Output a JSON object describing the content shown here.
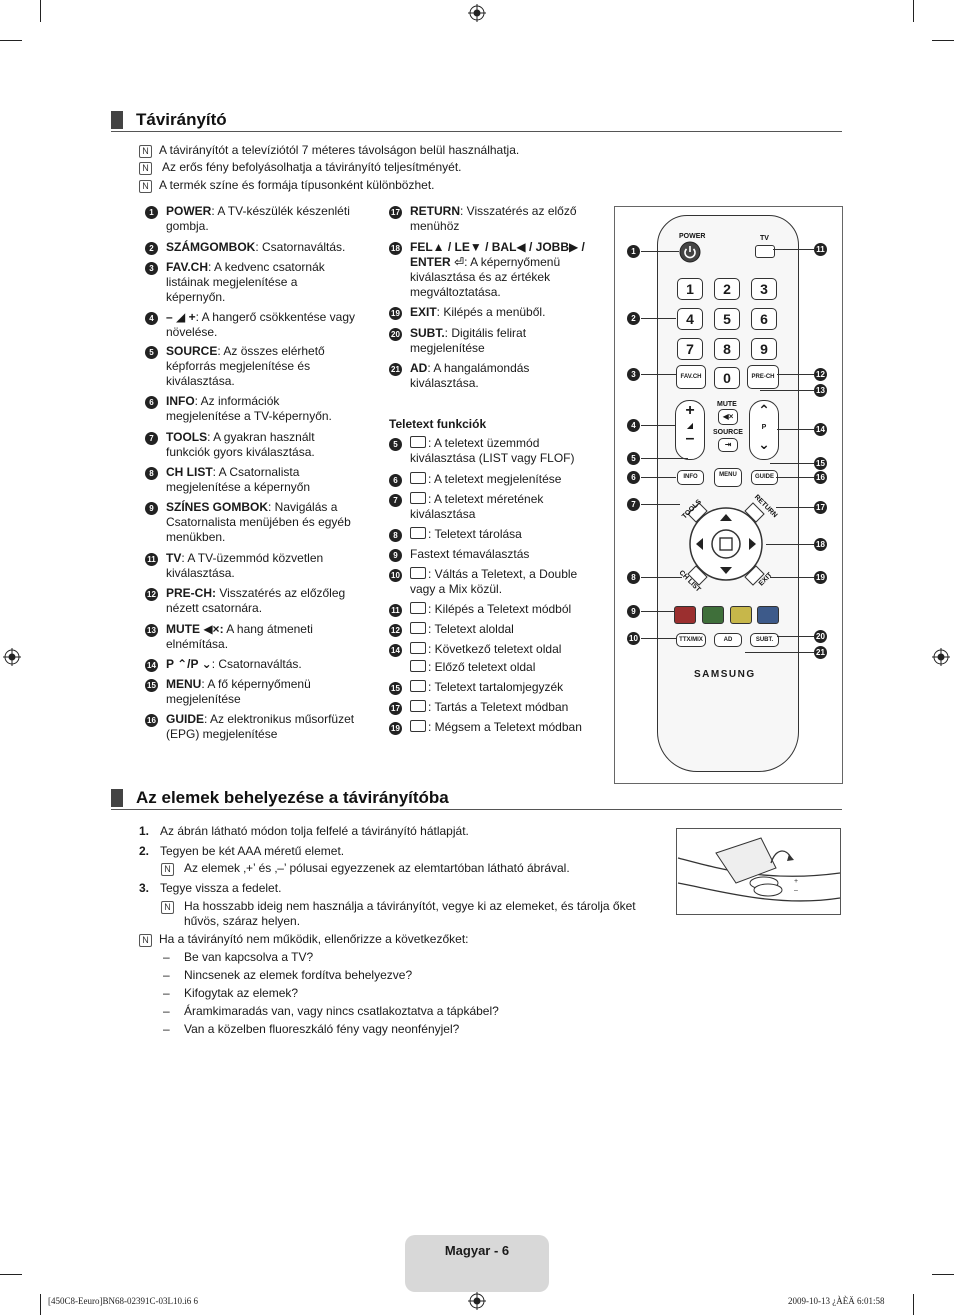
{
  "section1": {
    "title": "Távirányító",
    "notes": [
      "A távirányítót a televíziótól 7 méteres távolságon belül használhatja.",
      "Az erős fény befolyásolhatja a távirányító teljesítményét.",
      "A termék színe és formája típusonként különbözhet."
    ],
    "left_items": [
      {
        "n": "1",
        "key": "POWER",
        "text": ": A TV-készülék készenléti gombja."
      },
      {
        "n": "2",
        "key": "SZÁMGOMBOK",
        "text": ": Csatornaváltás."
      },
      {
        "n": "3",
        "key": "FAV.CH",
        "text": ": A kedvenc csatornák listáinak megjelenítése a képernyőn."
      },
      {
        "n": "4",
        "key": "– ◢ +",
        "text": ": A hangerő csökkentése vagy növelése."
      },
      {
        "n": "5",
        "key": "SOURCE",
        "text": ": Az összes elérhető képforrás megjelenítése és kiválasztása."
      },
      {
        "n": "6",
        "key": "INFO",
        "text": ": Az információk megjelenítése a TV-képernyőn."
      },
      {
        "n": "7",
        "key": "TOOLS",
        "text": ": A gyakran használt funkciók gyors kiválasztása."
      },
      {
        "n": "8",
        "key": "CH LIST",
        "text": ": A Csatornalista megjelenítése a képernyőn"
      },
      {
        "n": "9",
        "key": "SZÍNES GOMBOK",
        "text": ": Navigálás a Csatornalista menüjében és egyéb menükben."
      },
      {
        "n": "11",
        "key": "TV",
        "text": ": A TV-üzemmód közvetlen kiválasztása."
      },
      {
        "n": "12",
        "key": "PRE-CH:",
        "text": " Visszatérés az előzőleg nézett csatornára."
      },
      {
        "n": "13",
        "key": "MUTE ◀×:",
        "text": " A hang átmeneti elnémítása."
      },
      {
        "n": "14",
        "key": "P ⌃/P ⌄",
        "text": ": Csatornaváltás."
      },
      {
        "n": "15",
        "key": "MENU",
        "text": ": A fő képernyőmenü megjelenítése"
      },
      {
        "n": "16",
        "key": "GUIDE",
        "text": ": Az elektronikus műsorfüzet (EPG) megjelenítése"
      }
    ],
    "right_items": [
      {
        "n": "17",
        "key": "RETURN",
        "text": ": Visszatérés az előző menühöz"
      },
      {
        "n": "18",
        "key": "FEL▲ / LE▼ / BAL◀ / JOBB▶ / ENTER ⏎",
        "text": ": A képernyőmenü kiválasztása és az értékek megváltoztatása."
      },
      {
        "n": "19",
        "key": "EXIT",
        "text": ": Kilépés a menüből."
      },
      {
        "n": "20",
        "key": "SUBT.",
        "text": ": Digitális felirat megjelenítése"
      },
      {
        "n": "21",
        "key": "AD",
        "text": ": A hangalámondás kiválasztása."
      }
    ],
    "teletext_heading": "Teletext funkciók",
    "teletext_items": [
      {
        "n": "5",
        "text": ": A teletext üzemmód kiválasztása (LIST vagy FLOF)"
      },
      {
        "n": "6",
        "text": ": A teletext megjelenítése"
      },
      {
        "n": "7",
        "text": ": A teletext méretének kiválasztása"
      },
      {
        "n": "8",
        "text": ": Teletext tárolása"
      },
      {
        "n": "9",
        "text": "Fastext témaválasztás"
      },
      {
        "n": "10",
        "text": ": Váltás a Teletext, a Double vagy a Mix közül."
      },
      {
        "n": "11",
        "text": ": Kilépés a Teletext módból"
      },
      {
        "n": "12",
        "text": ": Teletext aloldal"
      },
      {
        "n": "14",
        "text": ": Következő teletext oldal"
      },
      {
        "n": "",
        "text": ": Előző teletext oldal"
      },
      {
        "n": "15",
        "text": ": Teletext tartalomjegyzék"
      },
      {
        "n": "17",
        "text": ": Tartás a Teletext módban"
      },
      {
        "n": "19",
        "text": ": Mégsem a Teletext módban"
      }
    ]
  },
  "remote": {
    "power_label": "POWER",
    "tv_label": "TV",
    "digits": [
      "1",
      "2",
      "3",
      "4",
      "5",
      "6",
      "7",
      "8",
      "9",
      "0"
    ],
    "favch": "FAV.CH",
    "prech": "PRE-CH",
    "mute": "MUTE",
    "source": "SOURCE",
    "p_label": "P",
    "info": "INFO",
    "menu": "MENU",
    "guide": "GUIDE",
    "tools": "TOOLS",
    "return": "RETURN",
    "chlist": "CH LIST",
    "exit": "EXIT",
    "ttx": "TTX/MIX",
    "ad": "AD",
    "subt": "SUBT.",
    "brand": "SAMSUNG",
    "callouts_left": [
      "1",
      "2",
      "3",
      "4",
      "5",
      "6",
      "7",
      "8",
      "9",
      "10"
    ],
    "callouts_right": [
      "11",
      "12",
      "13",
      "14",
      "15",
      "16",
      "17",
      "18",
      "19",
      "20",
      "21"
    ],
    "colors": {
      "red": "#9b2f2f",
      "green": "#3f6f3a",
      "yellow": "#c7b74a",
      "blue": "#3d5a8a"
    }
  },
  "section2": {
    "title": "Az elemek behelyezése a távirányítóba",
    "steps": [
      {
        "n": "1.",
        "text": "Az ábrán látható módon tolja felfelé a távirányító hátlapját."
      },
      {
        "n": "2.",
        "text": "Tegyen be két AAA méretű elemet."
      },
      {
        "n": "",
        "note": true,
        "text": "Az elemek ‚+’ és ‚–’ pólusai egyezzenek az elemtartóban látható ábrával."
      },
      {
        "n": "3.",
        "text": "Tegye vissza a fedelet."
      },
      {
        "n": "",
        "note": true,
        "text": "Ha hosszabb ideig nem használja a távirányítót, vegye ki az elemeket, és tárolja őket hűvös, száraz helyen."
      }
    ],
    "note_intro": "Ha a távirányító nem működik, ellenőrizze a következőket:",
    "checks": [
      "Be van kapcsolva a TV?",
      "Nincsenek az elemek fordítva behelyezve?",
      "Kifogytak az elemek?",
      "Áramkimaradás van, vagy nincs csatlakoztatva a tápkábel?",
      "Van a közelben fluoreszkáló fény vagy neonfényjel?"
    ]
  },
  "footer": {
    "page_label": "Magyar - 6",
    "file_info": "[450C8-Eeuro]BN68-02391C-03L10.i6   6",
    "date_info": "2009-10-13   ¿ÀÈÄ 6:01:58"
  }
}
